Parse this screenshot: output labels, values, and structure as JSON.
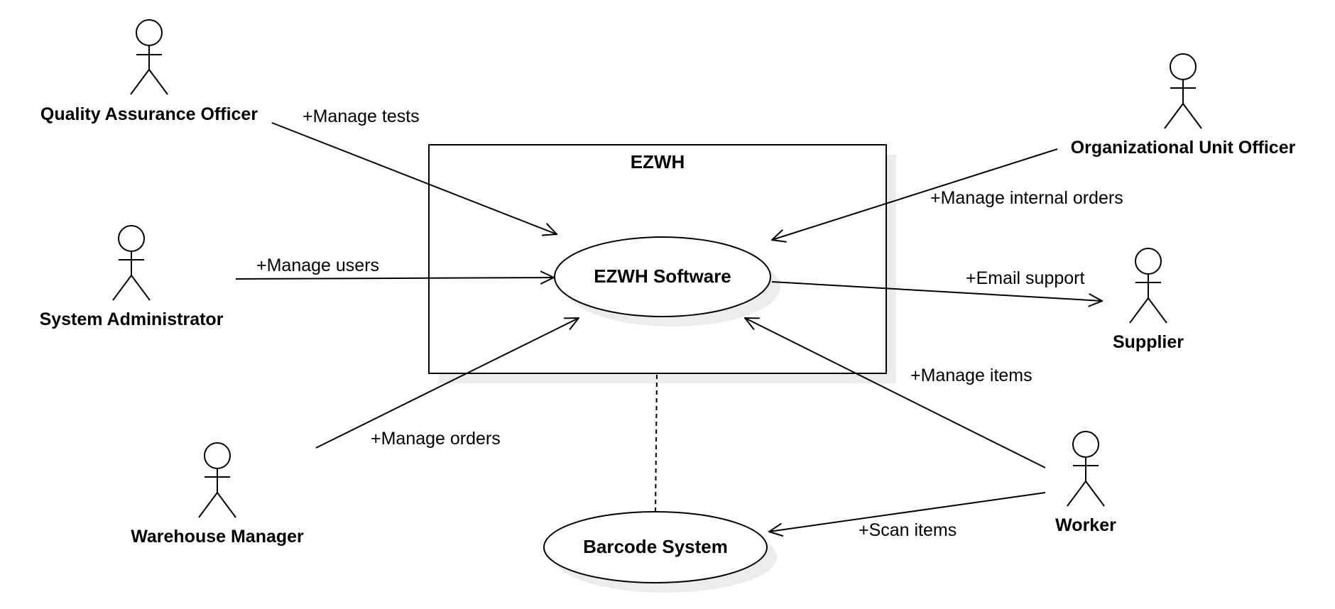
{
  "system": {
    "title": "EZWH"
  },
  "use_cases": {
    "main": "EZWH Software",
    "barcode": "Barcode System"
  },
  "actors": {
    "qa": "Quality Assurance Officer",
    "sysadmin": "System Administrator",
    "warehouse": "Warehouse Manager",
    "org_unit": "Organizational Unit Officer",
    "supplier": "Supplier",
    "worker": "Worker"
  },
  "associations": {
    "manage_tests": "+Manage tests",
    "manage_users": "+Manage users",
    "manage_orders": "+Manage orders",
    "manage_internal_orders": "+Manage internal orders",
    "email_support": "+Email support",
    "manage_items": "+Manage items",
    "scan_items": "+Scan items"
  }
}
